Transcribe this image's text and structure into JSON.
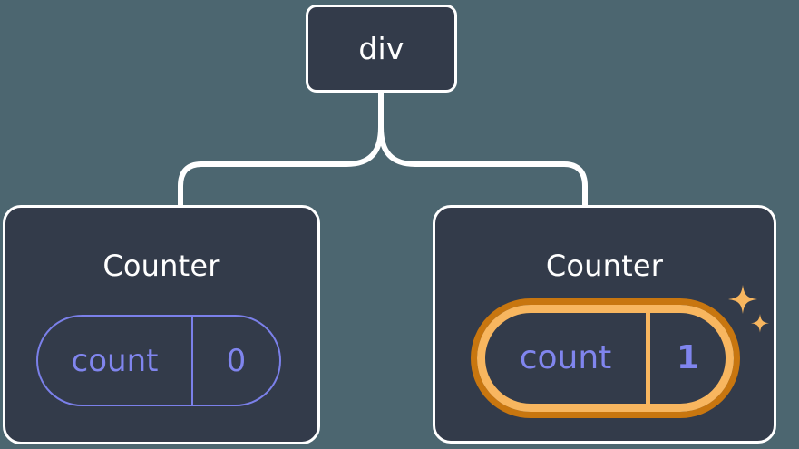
{
  "theme": {
    "background": "#4c6670",
    "node_fill": "#333b4a",
    "node_border": "#ffffff",
    "connector": "#ffffff",
    "pill_accent": "#7b80ea",
    "pill_text": "#8085ee",
    "highlight_outer": "#c8760f",
    "highlight_inner": "#f8b65f",
    "sparkle": "#f8b65f"
  },
  "tree": {
    "root": {
      "label": "div"
    },
    "children": [
      {
        "title": "Counter",
        "state": {
          "key": "count",
          "value": "0"
        },
        "highlighted": false
      },
      {
        "title": "Counter",
        "state": {
          "key": "count",
          "value": "1"
        },
        "highlighted": true
      }
    ]
  },
  "icons": {
    "sparkle_large": "sparkle-icon",
    "sparkle_small": "sparkle-icon"
  }
}
